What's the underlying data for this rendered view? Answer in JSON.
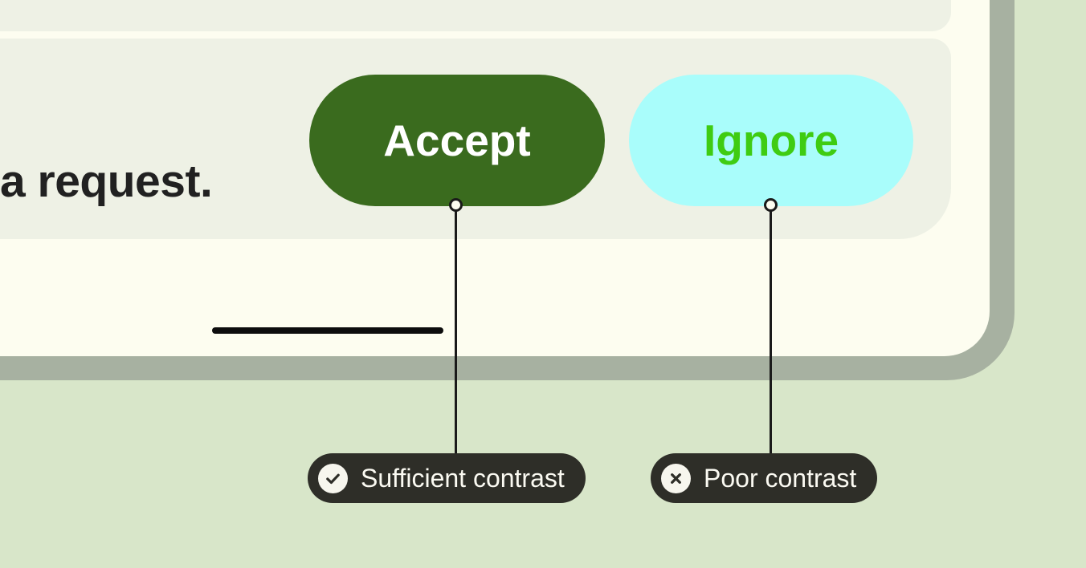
{
  "illustration": {
    "message_text": "a request.",
    "buttons": [
      {
        "label": "Accept"
      },
      {
        "label": "Ignore"
      }
    ],
    "annotations": [
      {
        "label": "Sufficient contrast",
        "icon": "check-icon"
      },
      {
        "label": "Poor contrast",
        "icon": "x-icon"
      }
    ],
    "colors": {
      "background": "#D8E6C9",
      "device_bezel": "#A7B1A1",
      "screen": "#FDFDF0",
      "card": "#EEF1E5",
      "accept_bg": "#3A6B1E",
      "accept_text": "#FFFFFF",
      "ignore_bg": "#A9FDFB",
      "ignore_text": "#3FCC12",
      "badge_bg": "#2E2E28",
      "badge_text": "#FBFAF2",
      "badge_icon_bg": "#F7F6EE",
      "badge_icon_glyph": "#2E2E28",
      "text": "#212121",
      "connector": "#1A1A1A",
      "home_indicator": "#0D0D0D"
    }
  }
}
